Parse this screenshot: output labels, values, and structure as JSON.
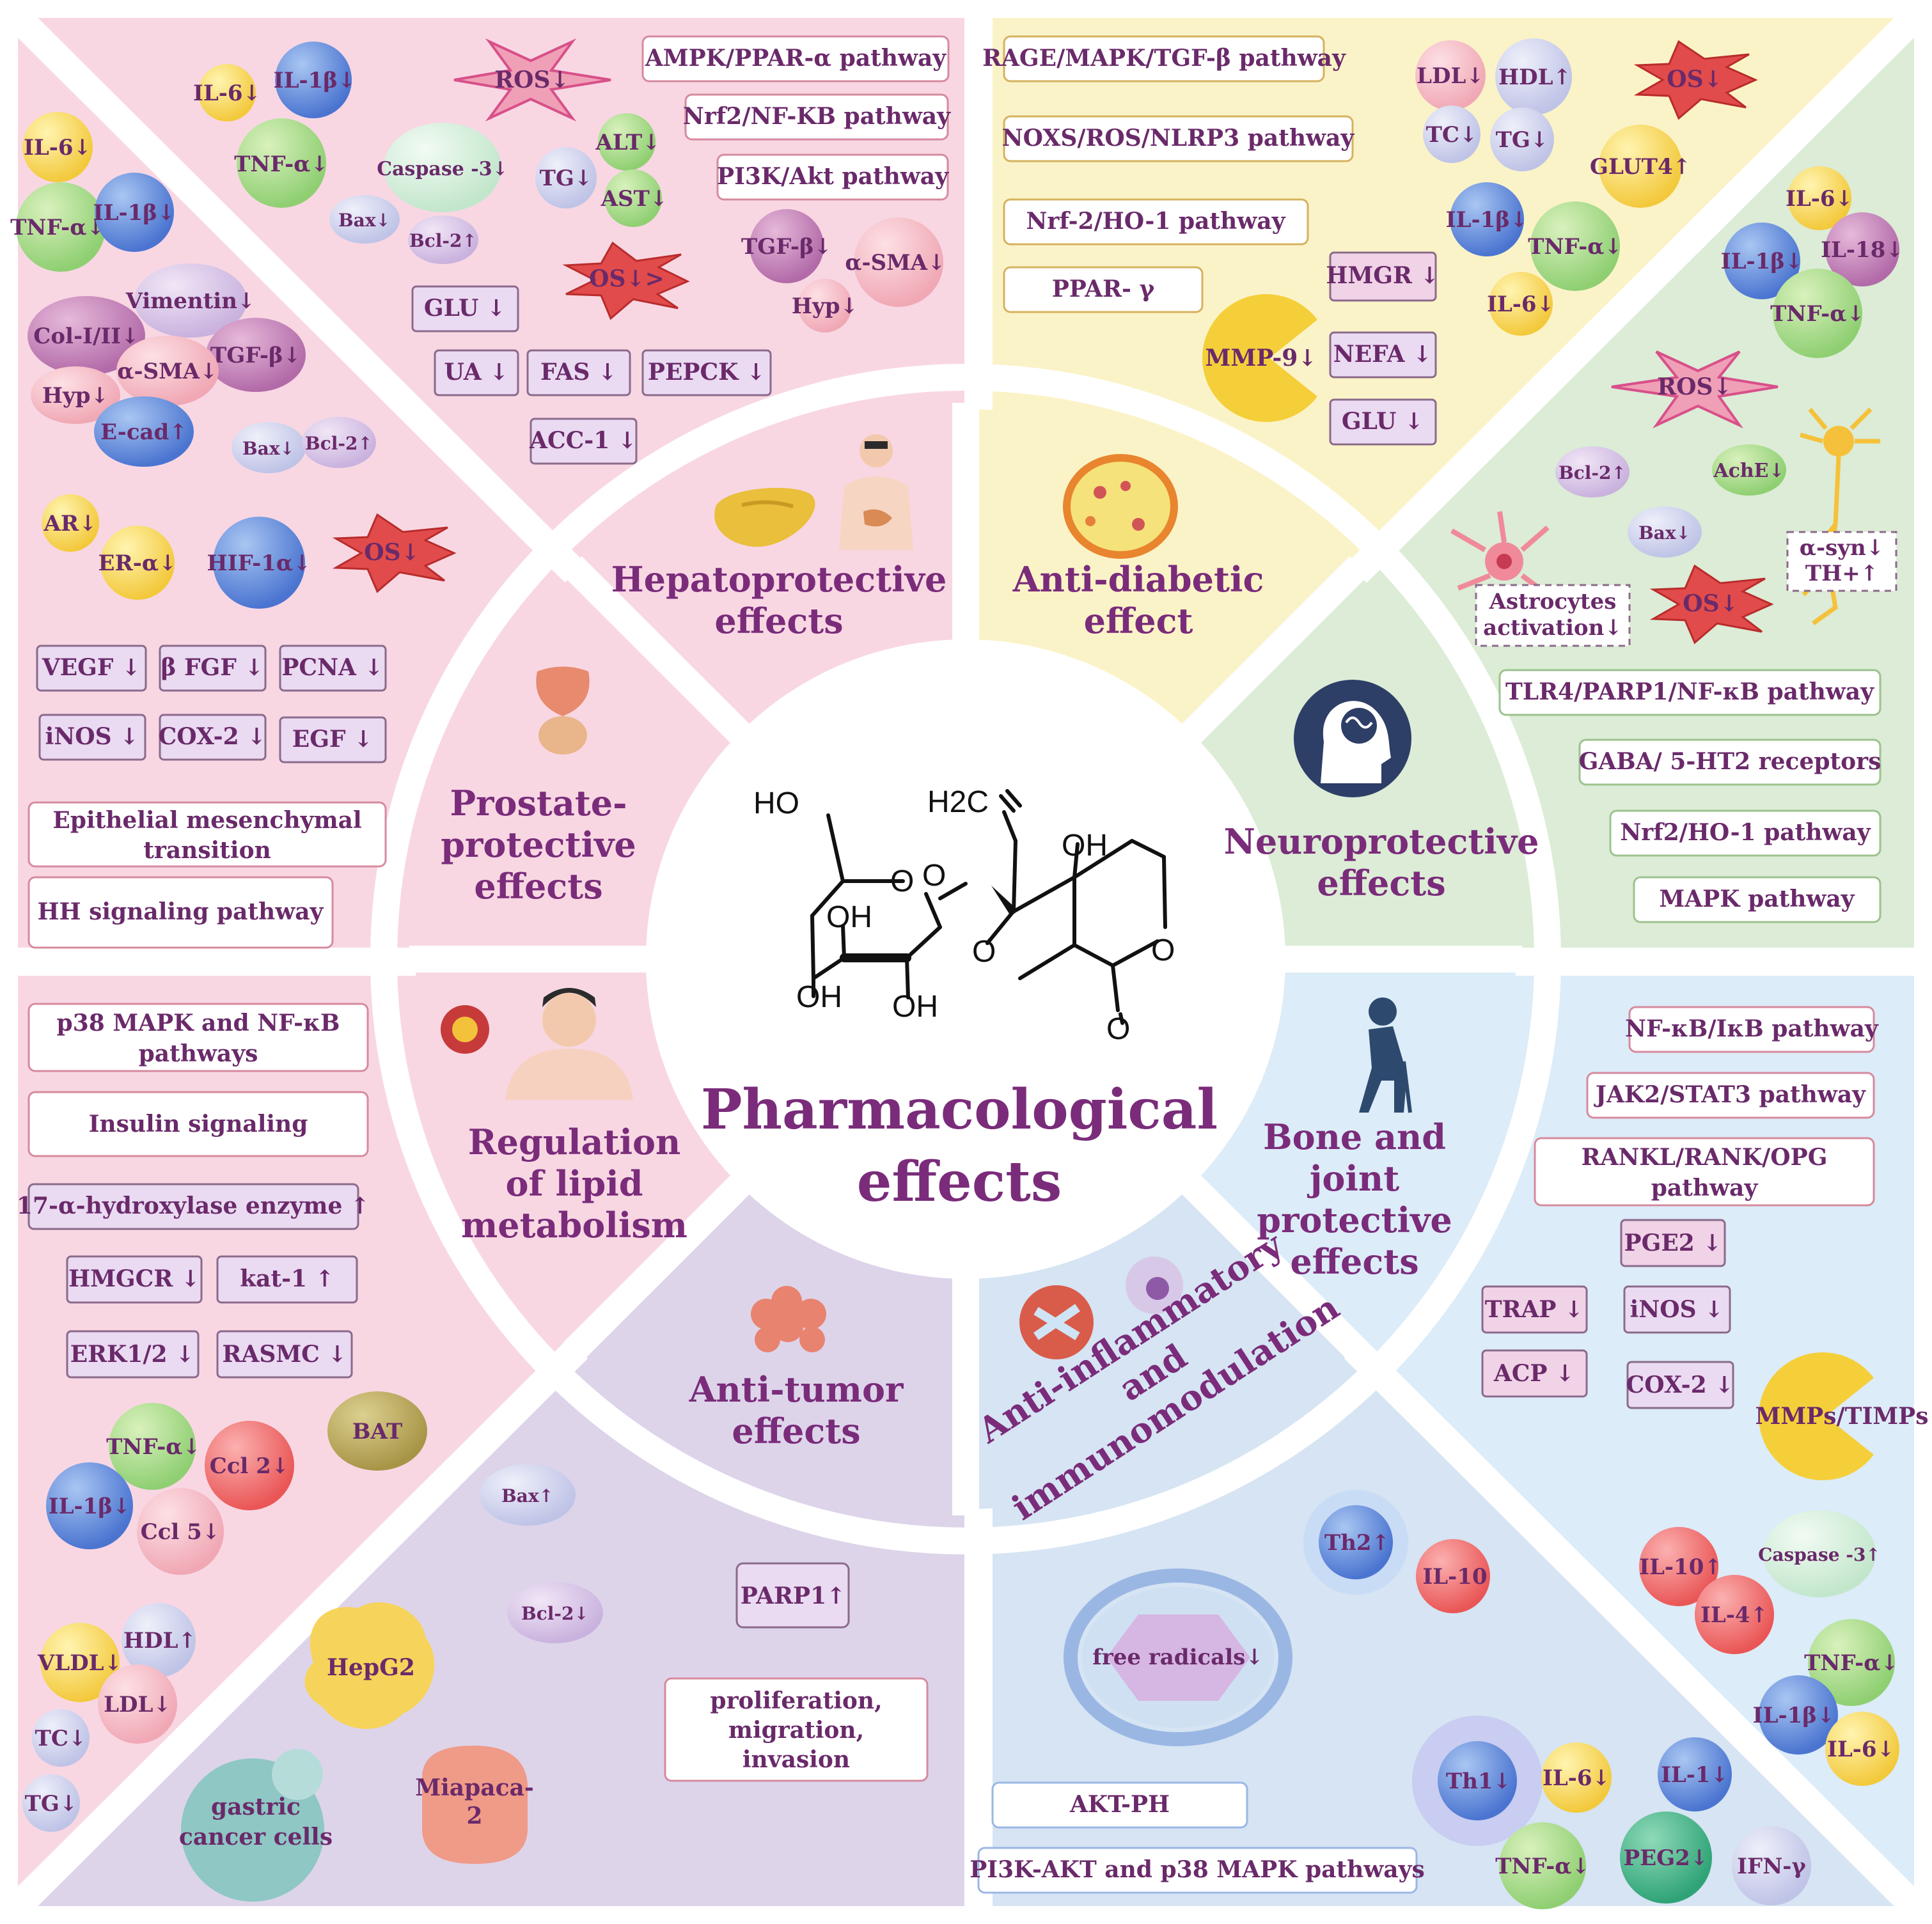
{
  "colors": {
    "pink": "#f8d7e3",
    "yellow": "#fbf3c8",
    "green": "#dcecd6",
    "blue": "#dcecf8",
    "purple": "#ddd4ea",
    "textPurple": "#6a2a6a",
    "titlePurple": "#7a2c7a"
  },
  "center": {
    "title_line1": "Pharmacological",
    "title_line2": "effects"
  },
  "molecule": {
    "ho_top": "HO",
    "h2c": "H2C",
    "oh_right": "OH",
    "ring_o1": "O",
    "ring_o2": "O",
    "ring_o3": "O",
    "lactone_o": "O",
    "carbonyl_o": "O",
    "oh_inner": "OH",
    "oh_bottom1": "OH",
    "oh_bottom2": "OH"
  },
  "sections": {
    "hepatoprotective": {
      "title": [
        "Hepatoprotective",
        "effects"
      ],
      "pathways": [
        "AMPK/PPAR-α pathway",
        "Nrf2/NF-KB pathway",
        "PI3K/Akt pathway"
      ],
      "boxes": [
        "GLU ↓",
        "UA ↓",
        "FAS ↓",
        "PEPCK ↓",
        "ACC-1 ↓"
      ],
      "markers": {
        "il6": "IL-6↓",
        "il1b": "IL-1β↓",
        "tnfa": "TNF-α↓",
        "ros": "ROS↓",
        "caspase": "Caspase -3↓",
        "bax": "Bax↓",
        "bcl2": "Bcl-2↑",
        "tg": "TG↓",
        "alt": "ALT↓",
        "ast": "AST↓",
        "tgfb": "TGF-β↓",
        "asma": "α-SMA↓",
        "hyp": "Hyp↓",
        "os": "OS↓>"
      }
    },
    "antidiabetic": {
      "title": [
        "Anti-diabetic",
        "effect"
      ],
      "pathways": [
        "RAGE/MAPK/TGF-β pathway",
        "NOXS/ROS/NLRP3 pathway",
        "Nrf-2/HO-1 pathway",
        "PPAR- γ"
      ],
      "boxes": [
        "HMGR ↓",
        "NEFA ↓",
        "GLU ↓"
      ],
      "markers": {
        "ldl": "LDL↓",
        "hdl": "HDL↑",
        "tc": "TC↓",
        "tg": "TG↓",
        "os": "OS↓",
        "glut4": "GLUT4↑",
        "il1b": "IL-1β↓",
        "tnfa": "TNF-α↓",
        "il6": "IL-6↓",
        "mmp9": "MMP-9↓"
      }
    },
    "neuroprotective": {
      "title": [
        "Neuroprotective",
        "effects"
      ],
      "pathways": [
        "TLR4/PARP1/NF-κB pathway",
        "GABA/ 5-HT2 receptors",
        "Nrf2/HO-1 pathway",
        "MAPK pathway"
      ],
      "markers": {
        "il6": "IL-6↓",
        "il1b": "IL-1β↓",
        "il18": "IL-18↓",
        "tnfa": "TNF-α↓",
        "ros": "ROS↓",
        "bcl2": "Bcl-2↑",
        "ache": "AchE↓",
        "bax": "Bax↓",
        "asyn": "α-syn↓",
        "th": "TH+↑",
        "astro1": "Astrocytes",
        "astro2": "activation↓",
        "os": "OS↓"
      }
    },
    "prostate": {
      "title": [
        "Prostate-",
        "protective",
        "effects"
      ],
      "boxes": [
        "VEGF ↓",
        "β FGF ↓",
        "PCNA ↓",
        "iNOS ↓",
        "COX-2 ↓",
        "EGF ↓"
      ],
      "pathways": [
        "Epithelial mesenchymal",
        "transition",
        "HH signaling pathway"
      ],
      "markers": {
        "il6": "IL-6↓",
        "tnfa": "TNF-α↓",
        "il1b": "IL-1β↓",
        "vimentin": "Vimentin↓",
        "col": "Col-I/II↓",
        "tgfb": "TGF-β↓",
        "asma": "α-SMA↓",
        "hyp": "Hyp↓",
        "ecad": "E-cad↑",
        "bax": "Bax↓",
        "bcl2": "Bcl-2↑",
        "ar": "AR↓",
        "era": "ER-α↓",
        "hif": "HIF-1α↓",
        "os": "OS↓"
      }
    },
    "lipid": {
      "title": [
        "Regulation",
        "of lipid",
        "metabolism"
      ],
      "pathways": [
        "p38 MAPK and NF-κB",
        "pathways",
        "Insulin signaling",
        "17-α-hydroxylase enzyme ↑"
      ],
      "boxes": [
        "HMGCR ↓",
        "kat-1 ↑",
        "ERK1/2 ↓",
        "RASMC ↓"
      ],
      "markers": {
        "tnfa": "TNF-α↓",
        "ccl2": "Ccl 2↓",
        "bat": "BAT",
        "il1b": "IL-1β↓",
        "ccl5": "Ccl 5↓",
        "hdl": "HDL↑",
        "vldl": "VLDL↓",
        "ldl": "LDL↓",
        "tc": "TC↓",
        "tg": "TG↓"
      }
    },
    "antitumor": {
      "title": [
        "Anti-tumor",
        "effects"
      ],
      "markers": {
        "bax": "Bax↑",
        "bcl2": "Bcl-2↓",
        "parp1": "PARP1↑",
        "hepg2": "HepG2",
        "miapaca1": "Miapaca-",
        "miapaca2": "2",
        "gastric1": "gastric",
        "gastric2": "cancer cells"
      },
      "box": [
        "proliferation,",
        "migration,",
        "invasion"
      ]
    },
    "antiinflammatory": {
      "title": [
        "Anti-inflammatory",
        "and",
        "immunomodulation"
      ],
      "pathways": [
        "AKT-PH",
        "PI3K-AKT and p38 MAPK pathways"
      ],
      "markers": {
        "th2": "Th2↑",
        "il10": "IL-10",
        "free": "free radicals↓",
        "th1": "Th1↓",
        "il6": "IL-6↓",
        "il1": "IL-1↓",
        "tnfa": "TNF-α↓",
        "peg2": "PEG2↓",
        "ifn": "IFN-γ"
      }
    },
    "bone": {
      "title": [
        "Bone and",
        "joint",
        "protective",
        "effects"
      ],
      "pathways": [
        "NF-κB/IκB pathway",
        "JAK2/STAT3 pathway",
        "RANKL/RANK/OPG",
        "pathway"
      ],
      "boxes": [
        "PGE2 ↓",
        "TRAP ↓",
        "iNOS ↓",
        "ACP ↓",
        "COX-2 ↓"
      ],
      "markers": {
        "mmps": "MMPs/TIMPs",
        "caspase": "Caspase -3↑",
        "il10": "IL-10↑",
        "il4": "IL-4↑",
        "tnfa": "TNF-α↓",
        "il1b": "IL-1β↓",
        "il6": "IL-6↓"
      }
    }
  }
}
